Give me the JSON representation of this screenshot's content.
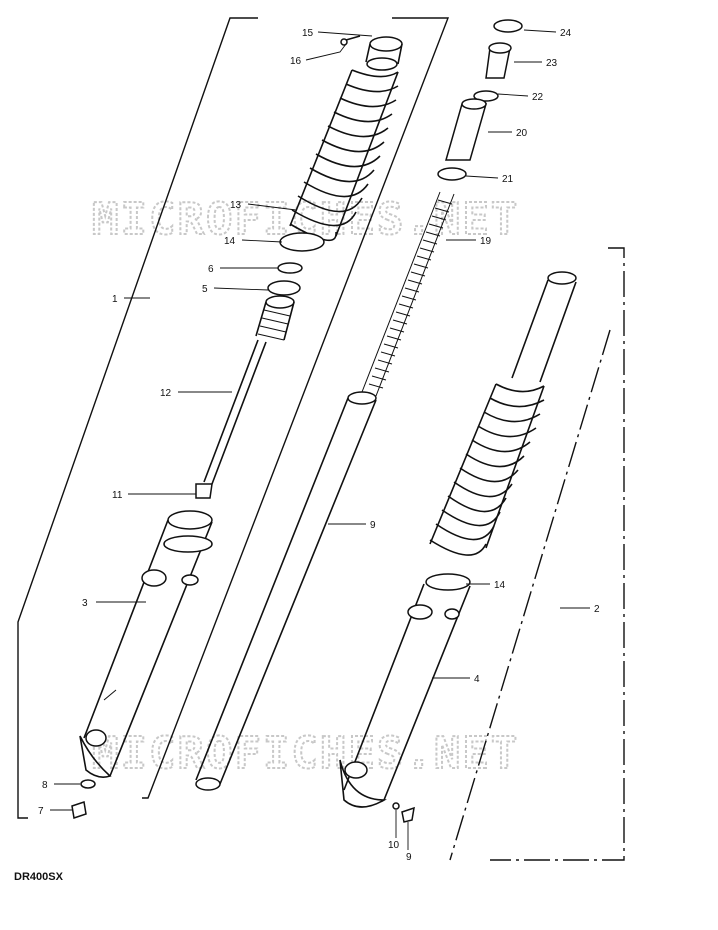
{
  "model_code": "DR400SX",
  "watermark_text": "MICROFICHES.NET",
  "part_labels": [
    {
      "id": "p15",
      "text": "15"
    },
    {
      "id": "p16",
      "text": "16"
    },
    {
      "id": "p13",
      "text": "13"
    },
    {
      "id": "p14a",
      "text": "14"
    },
    {
      "id": "p6",
      "text": "6"
    },
    {
      "id": "p5",
      "text": "5"
    },
    {
      "id": "p1",
      "text": "1"
    },
    {
      "id": "p12",
      "text": "12"
    },
    {
      "id": "p11",
      "text": "11"
    },
    {
      "id": "p3",
      "text": "3"
    },
    {
      "id": "p8",
      "text": "8"
    },
    {
      "id": "p7",
      "text": "7"
    },
    {
      "id": "p24",
      "text": "24"
    },
    {
      "id": "p23",
      "text": "23"
    },
    {
      "id": "p22",
      "text": "22"
    },
    {
      "id": "p20",
      "text": "20"
    },
    {
      "id": "p21",
      "text": "21"
    },
    {
      "id": "p19",
      "text": "19"
    },
    {
      "id": "p9b",
      "text": "9"
    },
    {
      "id": "p14b",
      "text": "14"
    },
    {
      "id": "p2",
      "text": "2"
    },
    {
      "id": "p4",
      "text": "4"
    },
    {
      "id": "p10",
      "text": "10"
    },
    {
      "id": "p9",
      "text": "9"
    }
  ]
}
